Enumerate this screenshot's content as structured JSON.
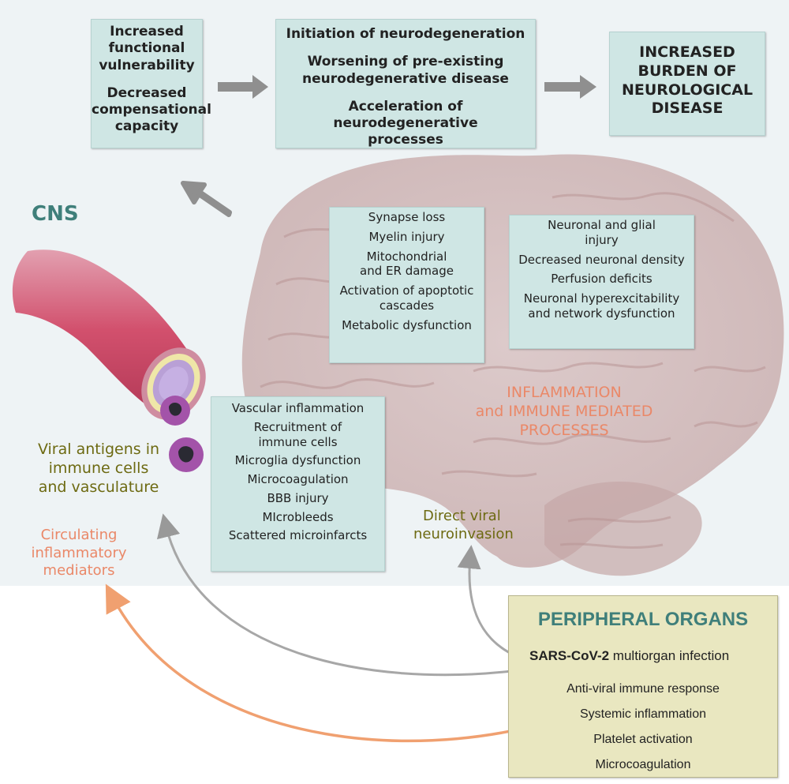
{
  "colors": {
    "box_fill": "#cfe6e4",
    "cns_title": "#3f7f7a",
    "inflammation_text": "#ea8868",
    "viral_text": "#6d6a12",
    "orange_arrow": "#f0a070",
    "gray_arrow": "#999999",
    "peripheral_fill": "#e9e7c0"
  },
  "top_row": {
    "box1": {
      "lines": [
        "Increased",
        "functional",
        "vulnerability",
        "",
        "Decreased",
        "compensational",
        "capacity"
      ]
    },
    "box2": {
      "lines": [
        "Initiation of neurodegeneration",
        "",
        "Worsening of pre-existing",
        "neurodegenerative disease",
        "",
        "Acceleration of neurodegenerative",
        "processes"
      ]
    },
    "box3": {
      "lines": [
        "INCREASED",
        "BURDEN OF",
        "NEUROLOGICAL",
        "DISEASE"
      ]
    }
  },
  "cns_label": "CNS",
  "mechanisms_box1": {
    "lines": [
      "Synapse loss",
      "Myelin injury",
      "Mitochondrial",
      "and ER damage",
      "Activation of apoptotic",
      "cascades",
      "Metabolic dysfunction"
    ]
  },
  "mechanisms_box2": {
    "lines": [
      "Neuronal and glial",
      "injury",
      "Decreased neuronal density",
      "Perfusion deficits",
      "Neuronal hyperexcitability",
      "and network dysfunction"
    ]
  },
  "vascular_box": {
    "lines": [
      "Vascular inflammation",
      "Recruitment of",
      "immune cells",
      "Microglia dysfunction",
      "Microcoagulation",
      "BBB injury",
      "MIcrobleeds",
      "Scattered microinfarcts"
    ]
  },
  "inflammation_label": {
    "lines": [
      "INFLAMMATION",
      "and IMMUNE MEDIATED",
      "PROCESSES"
    ]
  },
  "viral_antigens_label": {
    "lines": [
      "Viral antigens in",
      "immune cells",
      "and vasculature"
    ]
  },
  "circulating_label": {
    "lines": [
      "Circulating",
      "inflammatory",
      "mediators"
    ]
  },
  "neuroinvasion_label": {
    "lines": [
      "Direct viral",
      "neuroinvasion"
    ]
  },
  "peripheral": {
    "title": "PERIPHERAL ORGANS",
    "infection_bold": "SARS-CoV-2",
    "infection_rest": " multiorgan infection",
    "items": [
      "Anti-viral immune response",
      "Systemic inflammation",
      "Platelet activation",
      "Microcoagulation"
    ]
  }
}
